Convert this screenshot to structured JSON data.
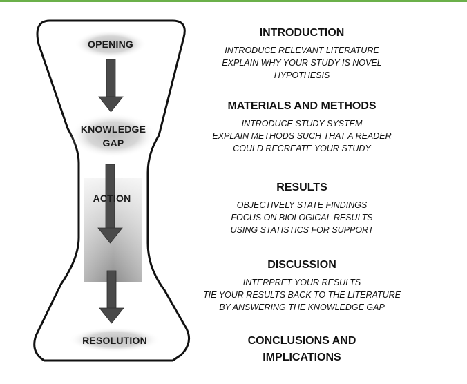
{
  "stages": {
    "opening": "OPENING",
    "knowledge_gap_line1": "KNOWLEDGE",
    "knowledge_gap_line2": "GAP",
    "action": "ACTION",
    "resolution": "RESOLUTION"
  },
  "sections": {
    "introduction": {
      "title": "INTRODUCTION",
      "lines": [
        "INTRODUCE RELEVANT LITERATURE",
        "EXPLAIN WHY YOUR STUDY IS NOVEL",
        "HYPOTHESIS"
      ]
    },
    "methods": {
      "title": "MATERIALS AND METHODS",
      "lines": [
        "INTRODUCE STUDY SYSTEM",
        "EXPLAIN METHODS SUCH THAT A READER",
        "COULD RECREATE YOUR STUDY"
      ]
    },
    "results": {
      "title": "RESULTS",
      "lines": [
        "OBJECTIVELY STATE FINDINGS",
        "FOCUS ON BIOLOGICAL RESULTS",
        "USING STATISTICS FOR SUPPORT"
      ]
    },
    "discussion": {
      "title": "DISCUSSION",
      "lines": [
        "INTERPRET YOUR RESULTS",
        "TIE YOUR RESULTS BACK TO THE LITERATURE",
        "BY ANSWERING THE KNOWLEDGE GAP"
      ]
    },
    "conclusions": {
      "title_line1": "CONCLUSIONS AND",
      "title_line2": "IMPLICATIONS"
    }
  },
  "colors": {
    "accent_rule": "#6bb04a",
    "outline": "#111111",
    "arrow": "#4a4a4a"
  }
}
